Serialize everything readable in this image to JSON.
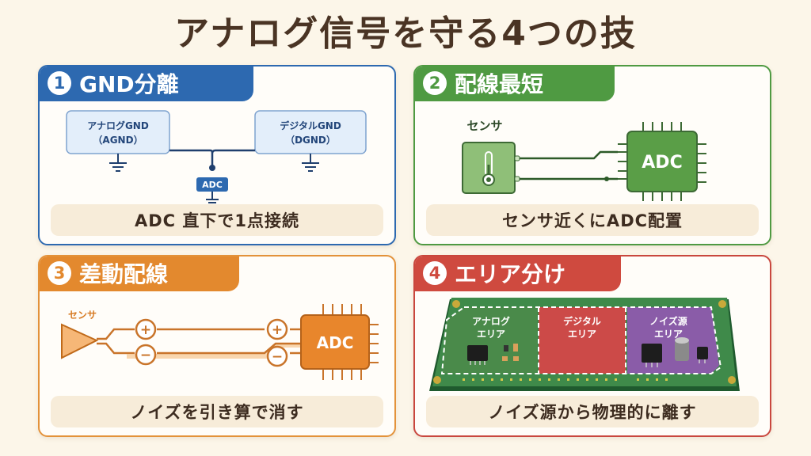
{
  "title": "アナログ信号を守る4つの技",
  "panels": [
    {
      "number": "1",
      "heading": "GND分離",
      "accent": "#2d69b0",
      "diagram": {
        "left_box_line1": "アナログGND",
        "left_box_line2": "（AGND）",
        "right_box_line1": "デジタルGND",
        "right_box_line2": "（DGND）",
        "center_label": "ADC"
      },
      "caption": "ADC 直下で1点接続"
    },
    {
      "number": "2",
      "heading": "配線最短",
      "accent": "#4f9a42",
      "diagram": {
        "sensor_label": "センサ",
        "chip_label": "ADC"
      },
      "caption": "センサ近くにADC配置"
    },
    {
      "number": "3",
      "heading": "差動配線",
      "accent": "#e3892e",
      "diagram": {
        "sensor_label": "センサ",
        "chip_label": "ADC",
        "plus_symbol": "+",
        "minus_symbol": "−"
      },
      "caption": "ノイズを引き算で消す"
    },
    {
      "number": "4",
      "heading": "エリア分け",
      "accent": "#cf4a3f",
      "diagram": {
        "areas": [
          {
            "line1": "アナログ",
            "line2": "エリア",
            "color": "#4a8a4a"
          },
          {
            "line1": "デジタル",
            "line2": "エリア",
            "color": "#cc4a48"
          },
          {
            "line1": "ノイズ源",
            "line2": "エリア",
            "color": "#8a5ca8"
          }
        ]
      },
      "caption": "ノイズ源から物理的に離す"
    }
  ]
}
